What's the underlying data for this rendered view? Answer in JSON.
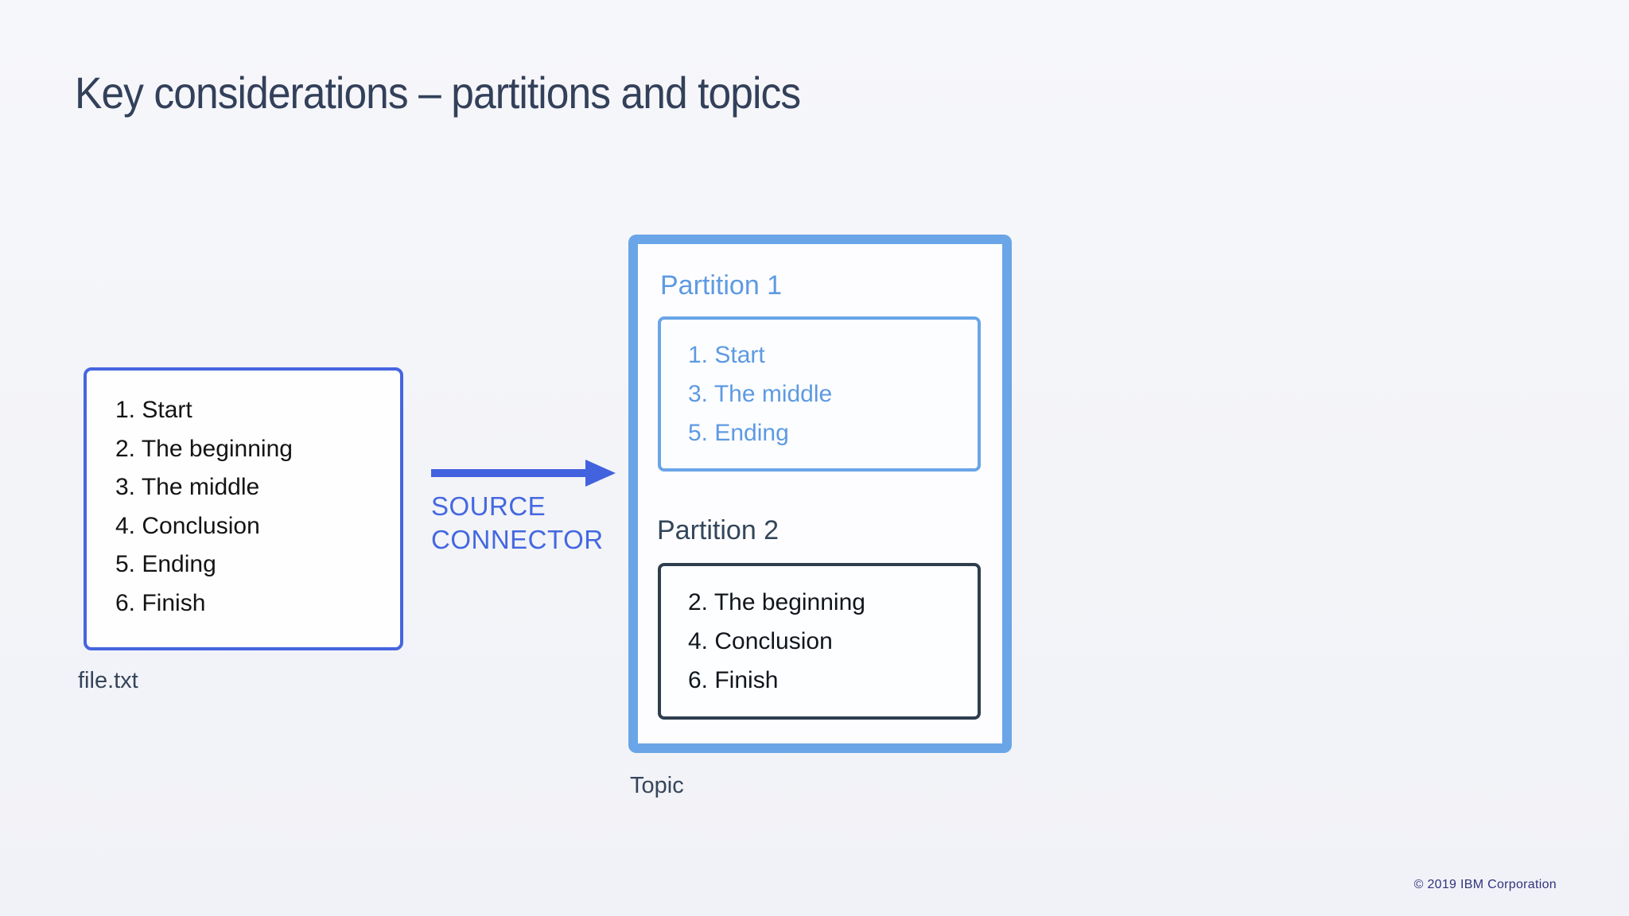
{
  "slide": {
    "title": "Key considerations – partitions and topics",
    "copyright": "© 2019 IBM Corporation"
  },
  "source_file": {
    "label": "file.txt",
    "items": [
      "1. Start",
      "2. The beginning",
      "3. The middle",
      "4. Conclusion",
      "5. Ending",
      "6. Finish"
    ]
  },
  "connector": {
    "label": "SOURCE CONNECTOR"
  },
  "topic": {
    "label": "Topic",
    "partitions": [
      {
        "name": "Partition 1",
        "items": [
          "1. Start",
          "3. The middle",
          "5. Ending"
        ]
      },
      {
        "name": "Partition 2",
        "items": [
          "2. The beginning",
          "4. Conclusion",
          "6. Finish"
        ]
      }
    ]
  },
  "colors": {
    "background": "#f3f4f8",
    "title_text": "#33405a",
    "royal_blue_accent": "#4565e0",
    "arrow_blue": "#4262de",
    "connector_text": "#4468e0",
    "topic_border_light_blue": "#6aa5e7",
    "partition1_text": "#5d9ae2",
    "partition2_dark": "#2e3e4f",
    "dark_label_text": "#36455a",
    "list_text": "#141414",
    "copyright_text": "#32327e",
    "box_background": "#fdfdff"
  }
}
